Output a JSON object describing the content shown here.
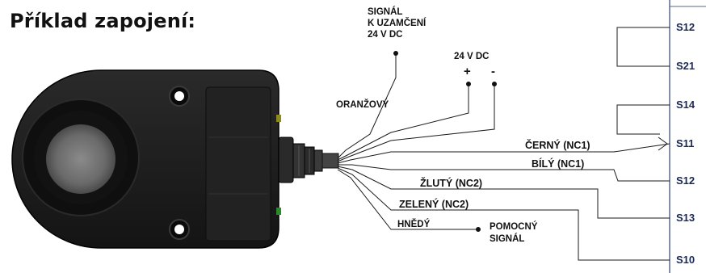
{
  "title": "Příklad zapojení:",
  "signal_label": [
    "SIGNÁL",
    "K UZAMČENÍ",
    "24 V DC"
  ],
  "power_label": "24 V DC",
  "plus": "+",
  "minus": "-",
  "wires": {
    "orange": "ORANŽOVÝ",
    "black": "ČERNÝ (NC1)",
    "white": "BÍLÝ (NC1)",
    "yellow": "ŽLUTÝ  (NC2)",
    "green": "ZELENÝ (NC2)",
    "brown": "HNĚDÝ"
  },
  "aux_label": [
    "POMOCNÝ",
    "SIGNÁL"
  ],
  "terminals": [
    "S12",
    "S21",
    "S14",
    "S11",
    "S12",
    "S13",
    "S10"
  ],
  "colors": {
    "terminal_text": "#1a2a55",
    "panel_line": "#5a6a8a",
    "sensor_body": "#1c1c1c"
  }
}
